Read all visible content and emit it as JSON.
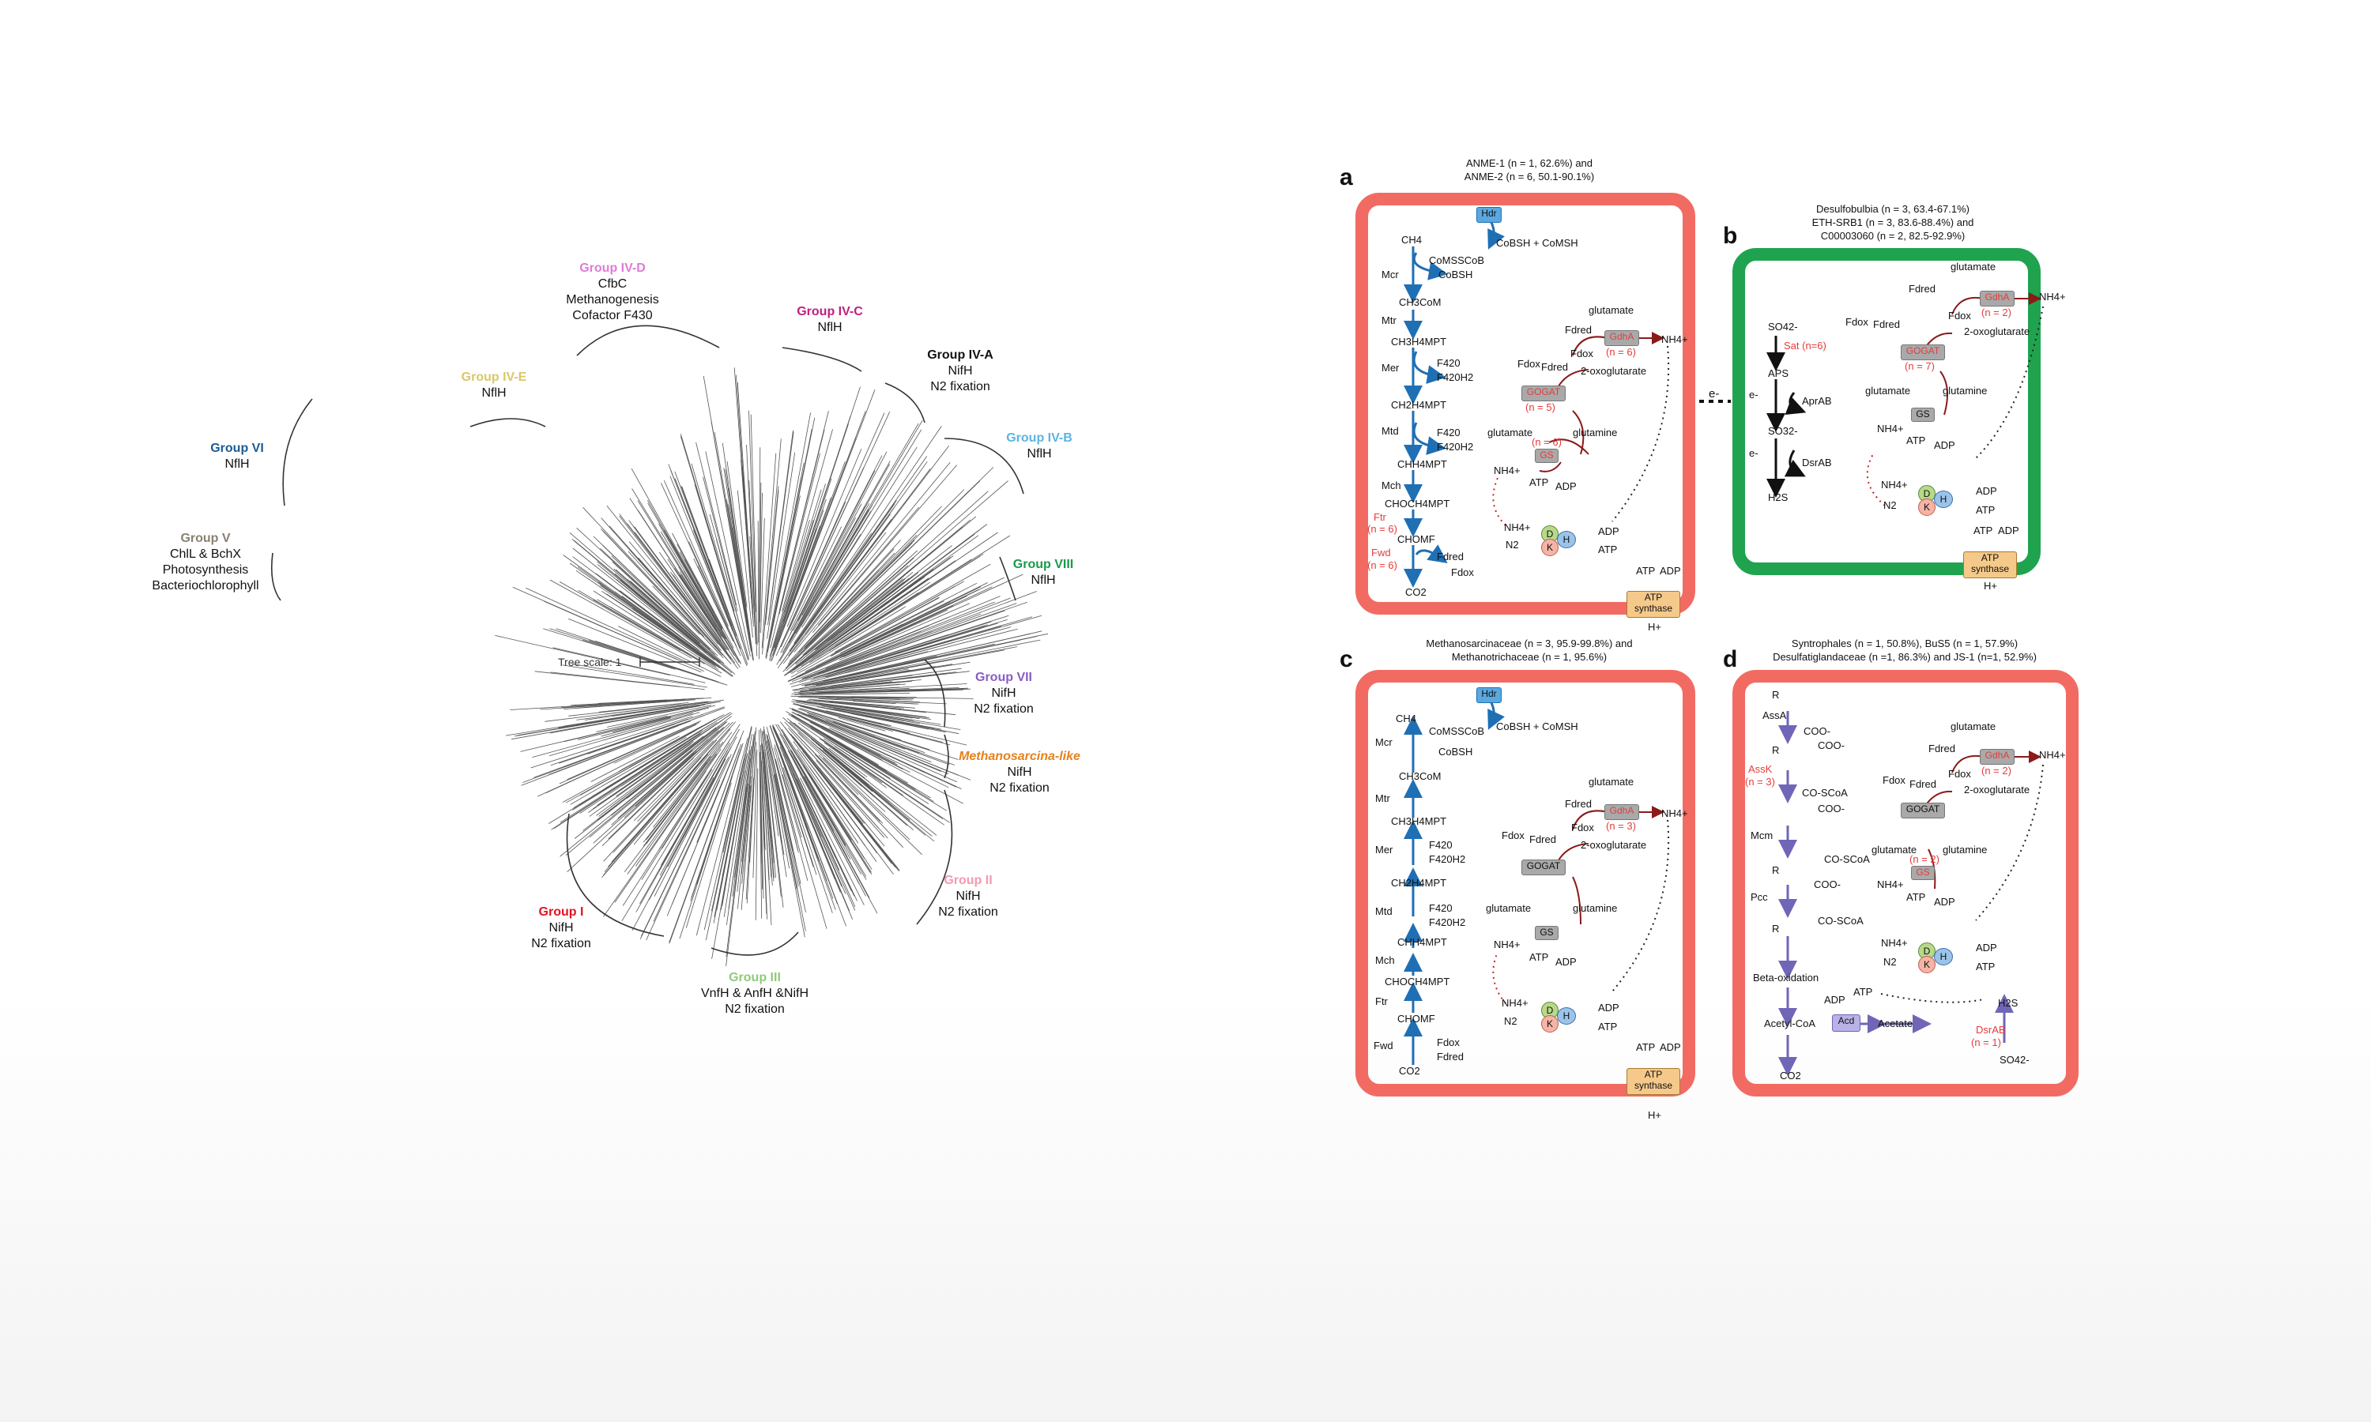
{
  "tree": {
    "scale_label": "Tree scale: 1",
    "groups": [
      {
        "id": "iv-d",
        "name": "Group IV-D",
        "lines": [
          "CfbC",
          "Methanogenesis",
          "Cofactor F430"
        ],
        "color": "#e07bd6"
      },
      {
        "id": "iv-c",
        "name": "Group IV-C",
        "lines": [
          "NflH"
        ],
        "color": "#c0207f"
      },
      {
        "id": "iv-a",
        "name": "Group IV-A",
        "lines": [
          "NifH",
          "N2 fixation"
        ],
        "color": "#111111"
      },
      {
        "id": "iv-e",
        "name": "Group IV-E",
        "lines": [
          "NflH"
        ],
        "color": "#d8c86a"
      },
      {
        "id": "iv-b",
        "name": "Group IV-B",
        "lines": [
          "NflH"
        ],
        "color": "#5bb4e2"
      },
      {
        "id": "vi",
        "name": "Group VI",
        "lines": [
          "NflH"
        ],
        "color": "#1d5a96"
      },
      {
        "id": "v",
        "name": "Group V",
        "lines": [
          "ChlL & BchX",
          "Photosynthesis",
          "Bacteriochlorophyll"
        ],
        "color": "#8a8070"
      },
      {
        "id": "viii",
        "name": "Group VIII",
        "lines": [
          "NflH"
        ],
        "color": "#1a9a4a"
      },
      {
        "id": "vii",
        "name": "Group VII",
        "lines": [
          "NifH",
          "N2 fixation"
        ],
        "color": "#8a5bc6"
      },
      {
        "id": "msl",
        "name": "Methanosarcina-like",
        "lines": [
          "NifH",
          "N2 fixation"
        ],
        "color": "#e8801c"
      },
      {
        "id": "ii",
        "name": "Group II",
        "lines": [
          "NifH",
          "N2 fixation"
        ],
        "color": "#f29ab0"
      },
      {
        "id": "i",
        "name": "Group I",
        "lines": [
          "NifH",
          "N2 fixation"
        ],
        "color": "#e4141e"
      },
      {
        "id": "iii",
        "name": "Group III",
        "lines": [
          "VnfH & AnfH &NifH",
          "N2 fixation"
        ],
        "color": "#8fca7a"
      }
    ]
  },
  "panels": {
    "a": {
      "letter": "a",
      "header": [
        "ANME-1 (n = 1, 62.6%) and",
        "ANME-2 (n = 6, 50.1-90.1%)"
      ]
    },
    "b": {
      "letter": "b",
      "header": [
        "Desulfobulbia (n = 3, 63.4-67.1%)",
        "ETH-SRB1 (n = 3, 83.6-88.4%) and",
        "C00003060 (n = 2, 82.5-92.9%)"
      ]
    },
    "c": {
      "letter": "c",
      "header": [
        "Methanosarcinaceae (n = 3, 95.9-99.8%) and",
        "Methanotrichaceae (n = 1, 95.6%)"
      ]
    },
    "d": {
      "letter": "d",
      "header": [
        "Syntrophales (n = 1, 50.8%),  BuS5 (n = 1, 57.9%)",
        "Desulfatiglandaceae (n =1, 86.3%) and JS-1 (n=1, 52.9%)"
      ]
    }
  },
  "labels": {
    "hdr": "Hdr",
    "cobsh_comsh": "CoBSH + CoMSH",
    "comsscob": "CoMSSCoB",
    "cobsh": "CoBSH",
    "ch4": "CH4",
    "mcr": "Mcr",
    "ch3com": "CH3CoM",
    "mtr": "Mtr",
    "ch3h4mpt": "CH3H4MPT",
    "mer": "Mer",
    "ch2h4mpt": "CH2H4MPT",
    "mtd": "Mtd",
    "chh4mpt": "CHH4MPT",
    "mch": "Mch",
    "chochh4mpt": "CHOCH4MPT",
    "ftr": "Ftr",
    "ftr_n": "(n = 6)",
    "chomf": "CHOMF",
    "fwd": "Fwd",
    "fwd_n": "(n = 6)",
    "co2": "CO2",
    "f420": "F420",
    "f420h2": "F420H2",
    "fdred": "Fdred",
    "fdox": "Fdox",
    "glutamate": "glutamate",
    "glutamine": "glutamine",
    "oxoglutarate": "2-oxoglutarate",
    "gdha": "GdhA",
    "gogat": "GOGAT",
    "gs": "GS",
    "nh4": "NH4+",
    "n2": "N2",
    "atp": "ATP",
    "adp": "ADP",
    "atp_synthase": "ATP synthase",
    "hplus": "H+",
    "e": "e-",
    "gdha_n_a": "(n = 6)",
    "gogat_n_a": "(n = 5)",
    "gs_n_a": "(n = 6)",
    "gdha_n_b": "(n = 2)",
    "gogat_n_b": "(n = 7)",
    "gdha_n_c": "(n = 3)",
    "gdha_n_d": "(n = 2)",
    "gs_n_d": "(n = 2)",
    "so4": "SO42-",
    "sat": "Sat (n=6)",
    "aps": "APS",
    "aprab": "AprAB",
    "so3": "SO32-",
    "dsrab": "DsrAB",
    "h2s": "H2S",
    "assa": "AssA",
    "assk": "AssK",
    "assk_n": "(n = 3)",
    "mcm": "Mcm",
    "pcc": "Pcc",
    "coo": "COO-",
    "coscoa": "CO-SCoA",
    "beta": "Beta-oxidation",
    "acetylcoa": "Acetyl-CoA",
    "acd": "Acd",
    "acetate": "Acetate",
    "dsrab_d": "DsrAB",
    "dsrab_n": "(n = 1)",
    "r": "R"
  },
  "colors": {
    "red_box": "#f26b63",
    "green_box": "#1fa34f",
    "blue_arrow": "#1f6fb5",
    "purple_arrow": "#6f66b8",
    "gray_enzyme": "#a9a9a9",
    "hdr": "#5aa8e0",
    "atp_synth": "#f5c98a"
  }
}
